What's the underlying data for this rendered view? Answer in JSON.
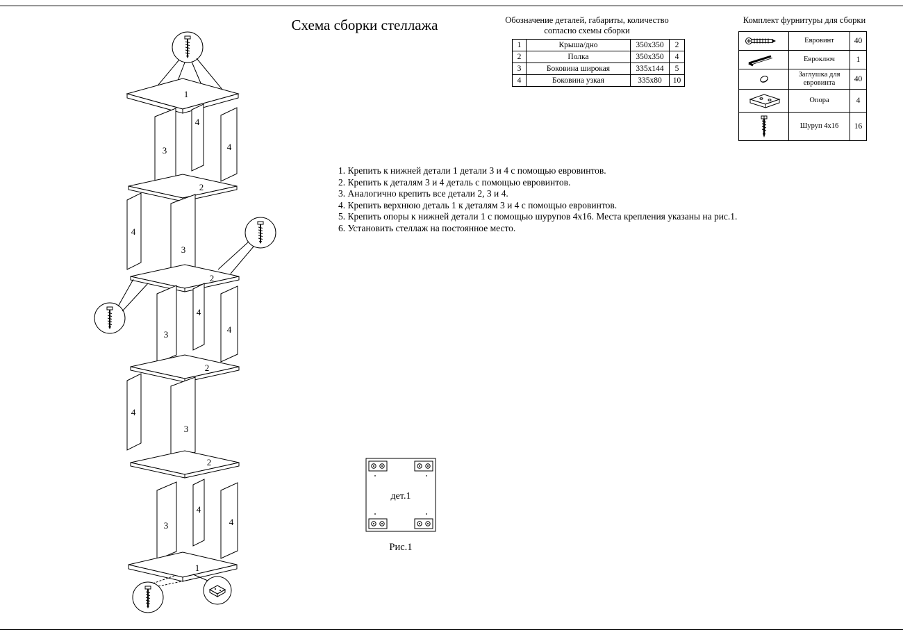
{
  "page": {
    "title": "Схема сборки стеллажа"
  },
  "parts_table": {
    "caption_line1": "Обозначение деталей, габариты, количество",
    "caption_line2": "согласно схемы сборки",
    "rows": [
      {
        "num": "1",
        "name": "Крыша/дно",
        "size": "350х350",
        "qty": "2"
      },
      {
        "num": "2",
        "name": "Полка",
        "size": "350х350",
        "qty": "4"
      },
      {
        "num": "3",
        "name": "Боковина широкая",
        "size": "335х144",
        "qty": "5"
      },
      {
        "num": "4",
        "name": "Боковина узкая",
        "size": "335х80",
        "qty": "10"
      }
    ]
  },
  "hardware": {
    "caption": "Комплект фурнитуры для сборки",
    "rows": [
      {
        "icon": "eurovint-icon",
        "name": "Евровинт",
        "qty": "40"
      },
      {
        "icon": "hex-key-icon",
        "name": "Евроключ",
        "qty": "1"
      },
      {
        "icon": "cap-icon",
        "name": "Заглушка для евровинта",
        "qty": "40"
      },
      {
        "icon": "foot-icon",
        "name": "Опора",
        "qty": "4"
      },
      {
        "icon": "screw-icon",
        "name": "Шуруп 4х16",
        "qty": "16"
      }
    ]
  },
  "instructions": {
    "items": [
      "1. Крепить к нижней детали 1 детали 3 и 4 с помощью евровинтов.",
      "2. Крепить к деталям 3 и 4 деталь с помощью евровинтов.",
      "3. Аналогично крепить все детали 2, 3 и 4.",
      "4. Крепить верхнюю деталь 1 к деталям 3 и 4 с помощью евровинтов.",
      "5. Крепить опоры к нижней детали 1 с помощью шурупов 4х16. Места крепления указаны на рис.1.",
      "6. Установить стеллаж на постоянное место."
    ]
  },
  "diagram": {
    "labels": {
      "board": "1",
      "shelf": "2",
      "wide": "3",
      "narrow": "4"
    }
  },
  "figure": {
    "detail_label": "дет.1",
    "caption": "Рис.1"
  }
}
